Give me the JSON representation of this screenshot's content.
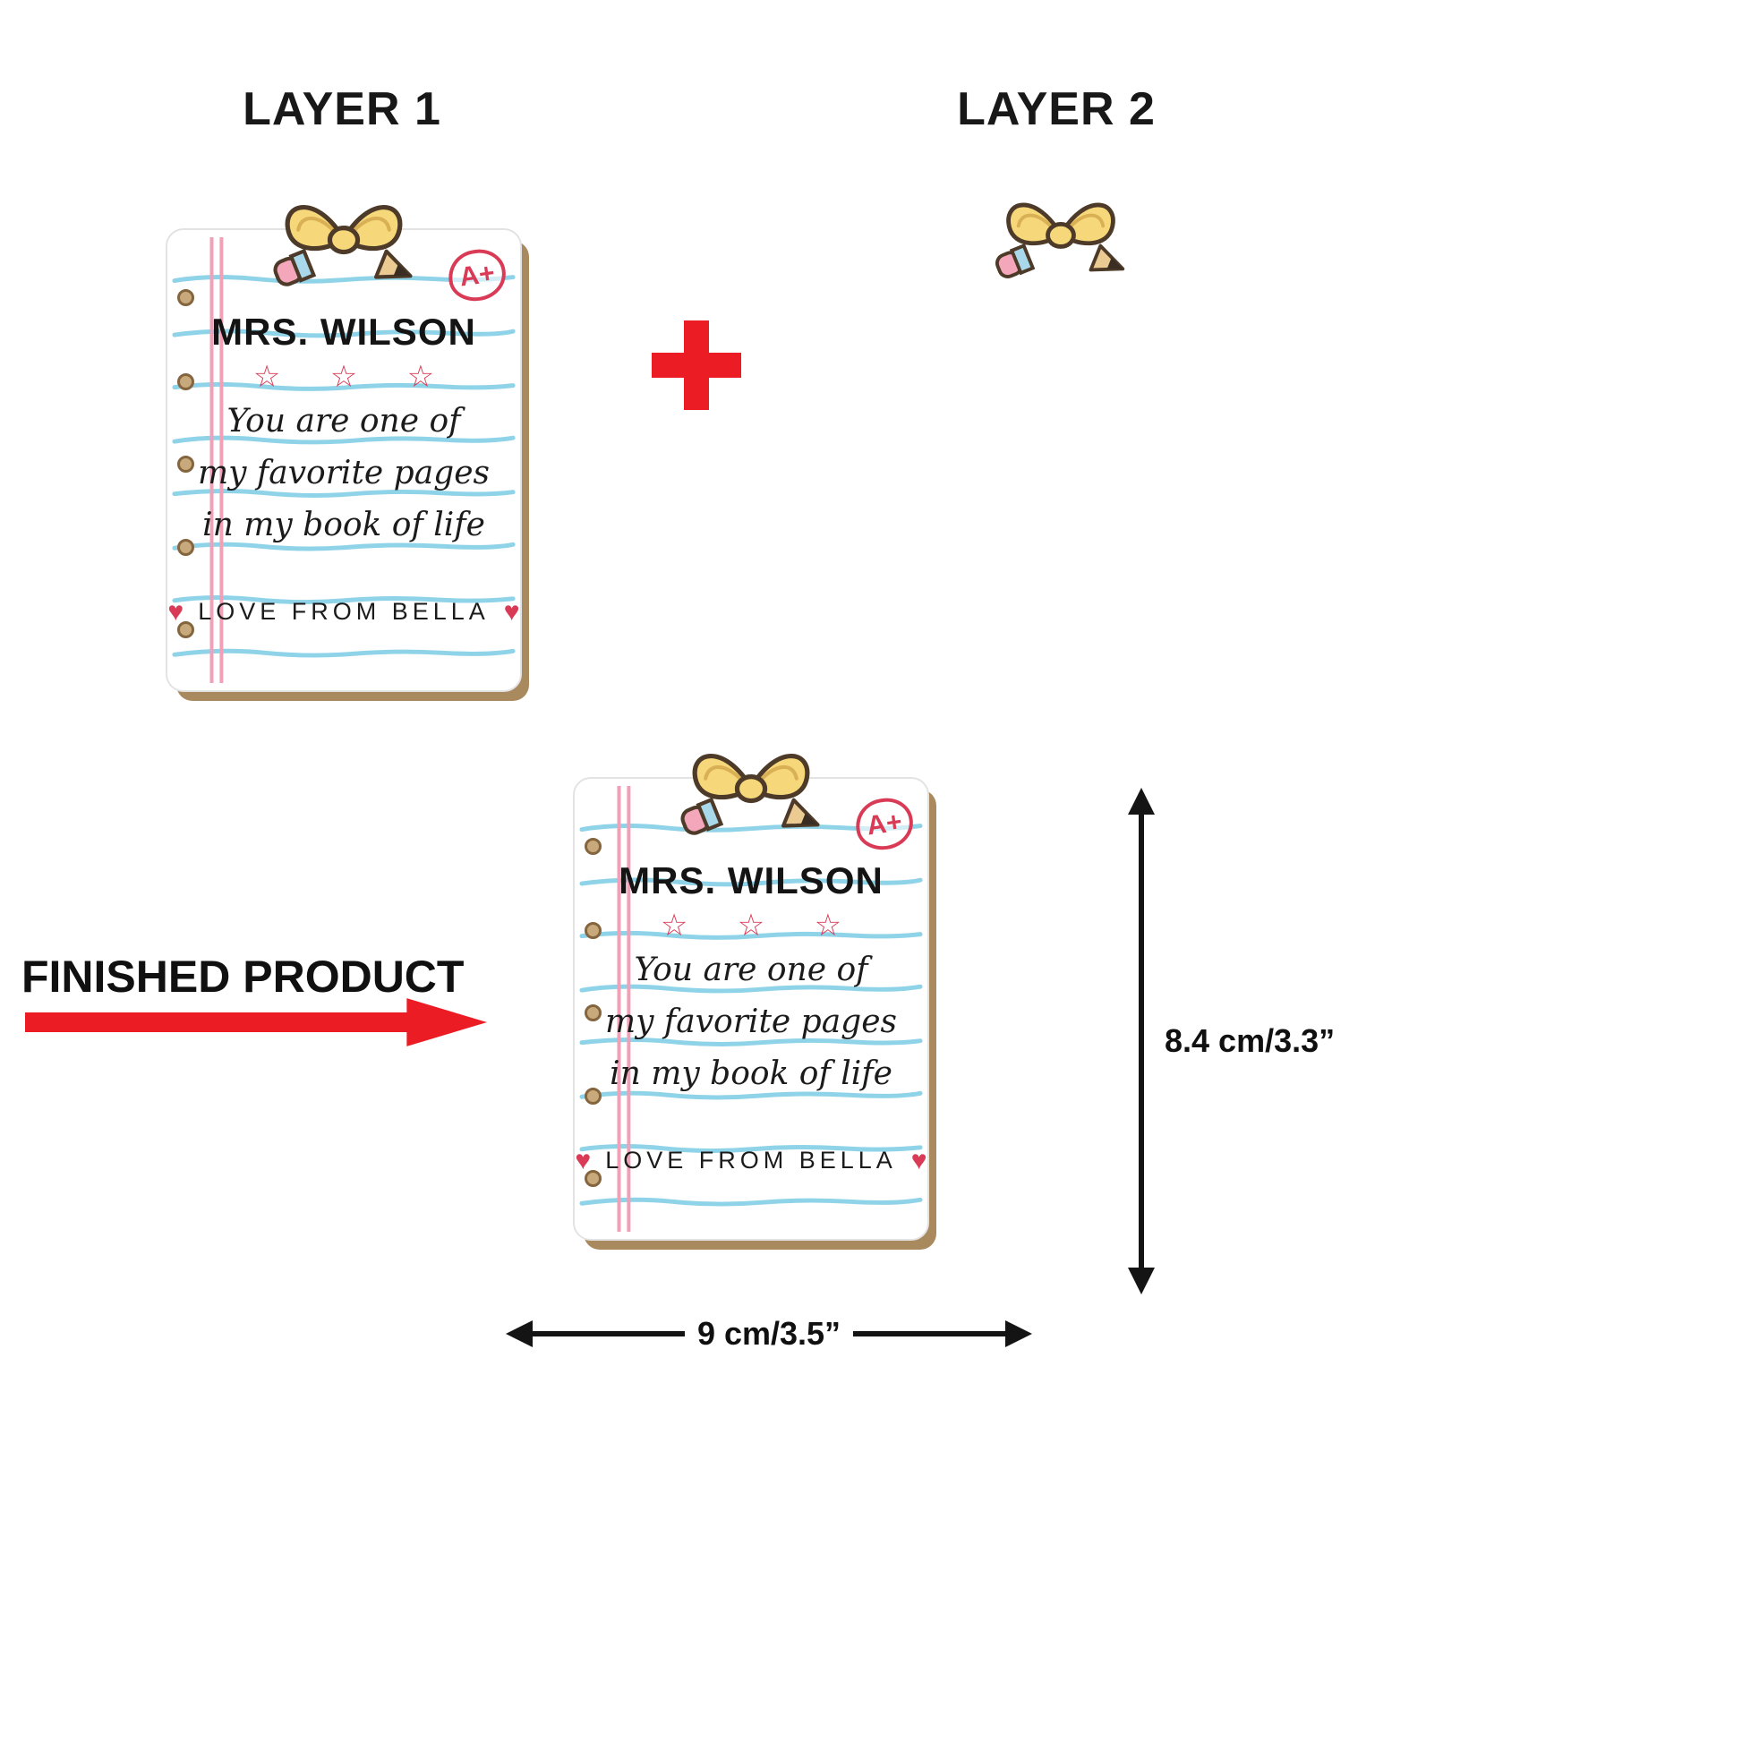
{
  "headings": {
    "layer1": "LAYER 1",
    "layer2": "LAYER 2"
  },
  "finished_product": {
    "label": "FINISHED PRODUCT"
  },
  "card": {
    "grade_badge": "A+",
    "title": "MRS. WILSON",
    "stars": "☆ ☆ ☆",
    "message_line1": "You are one of",
    "message_line2": "my favorite pages",
    "message_line3": "in my book of life",
    "heart": "♥",
    "signature": "LOVE FROM BELLA"
  },
  "dimensions": {
    "height": "8.4 cm/3.3”",
    "width": "9 cm/3.5”"
  },
  "icons": {
    "plus": "+",
    "bow": "pencil-bow"
  },
  "colors": {
    "accent_red": "#ec1c24",
    "card_accent_red": "#d93b56",
    "rule_blue": "#8fd3e8",
    "margin_pink": "#f29fb8",
    "bow_yellow": "#f6d87a",
    "backing_tan": "#a98a5f"
  }
}
